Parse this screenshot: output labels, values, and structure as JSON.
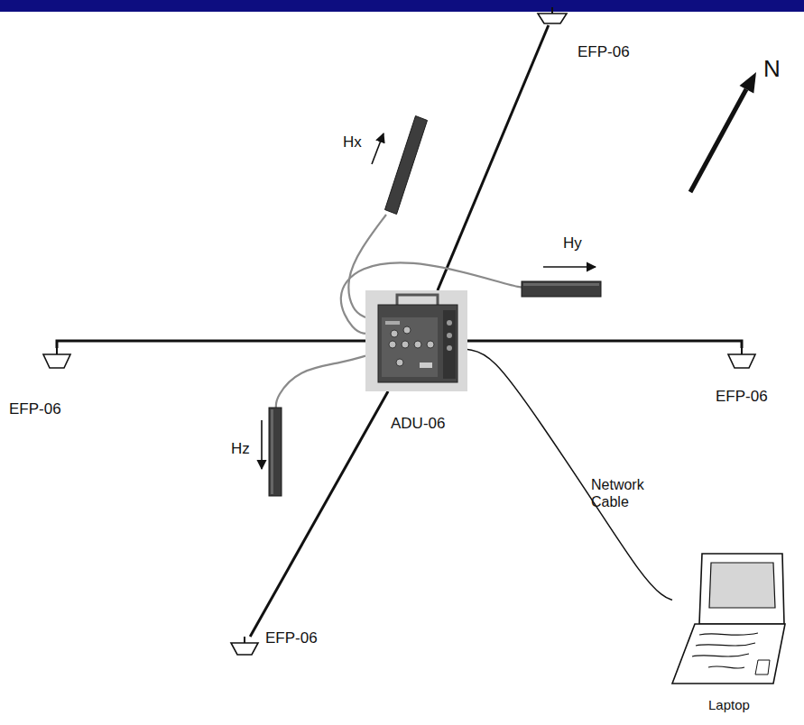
{
  "diagram": {
    "nodes": [
      {
        "text": [
          "EFP-06"
        ]
      },
      {
        "text": [
          "Hx"
        ]
      },
      {
        "text": [
          "Hy"
        ]
      },
      {
        "text": [
          "EFP-06"
        ]
      },
      {
        "text": [
          "ADU-06"
        ]
      },
      {
        "text": [
          "EFP-06"
        ]
      },
      {
        "text": [
          "Hz"
        ]
      },
      {
        "text": [
          "EFP-06"
        ]
      },
      {
        "text": [
          "Laptop"
        ]
      }
    ],
    "edges": [
      {
        "from": 4,
        "to": 0,
        "arrow": "none"
      },
      {
        "from": 4,
        "to": 3,
        "arrow": "none"
      },
      {
        "from": 4,
        "to": 5,
        "arrow": "none"
      },
      {
        "from": 4,
        "to": 7,
        "arrow": "none"
      },
      {
        "from": 4,
        "to": 1,
        "arrow": "none"
      },
      {
        "from": 4,
        "to": 2,
        "arrow": "none"
      },
      {
        "from": 4,
        "to": 6,
        "arrow": "none"
      },
      {
        "from": 4,
        "to": 8,
        "label": "Network Cable",
        "arrow": "none"
      }
    ],
    "labels": [
      "N"
    ]
  }
}
